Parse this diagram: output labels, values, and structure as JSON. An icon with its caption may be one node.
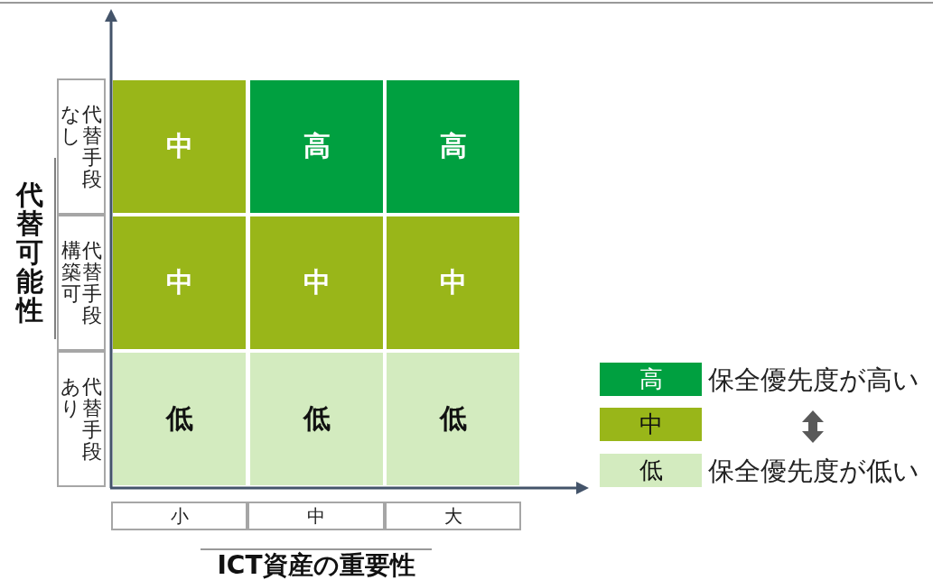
{
  "diagram": {
    "nodes": [
      {
        "text": [
          "中"
        ]
      },
      {
        "text": [
          "高"
        ]
      },
      {
        "text": [
          "高"
        ]
      },
      {
        "text": [
          "中"
        ]
      },
      {
        "text": [
          "中"
        ]
      },
      {
        "text": [
          "中"
        ]
      },
      {
        "text": [
          "低"
        ]
      },
      {
        "text": [
          "低"
        ]
      },
      {
        "text": [
          "低"
        ]
      },
      {
        "text": [
          "代替手段なし"
        ]
      },
      {
        "text": [
          "代替手段構築可"
        ]
      },
      {
        "text": [
          "代替手段あり"
        ]
      },
      {
        "text": [
          "小"
        ]
      },
      {
        "text": [
          "中"
        ]
      },
      {
        "text": [
          "大"
        ]
      },
      {
        "text": [
          "高"
        ],
        "beside": [
          "保全優先度が高い"
        ]
      },
      {
        "text": [
          "中"
        ]
      },
      {
        "text": [
          "低"
        ],
        "beside": [
          "保全優先度が低い"
        ]
      }
    ],
    "edges": [],
    "labels": [
      "代替可能性",
      "ICT資産の重要性"
    ]
  }
}
